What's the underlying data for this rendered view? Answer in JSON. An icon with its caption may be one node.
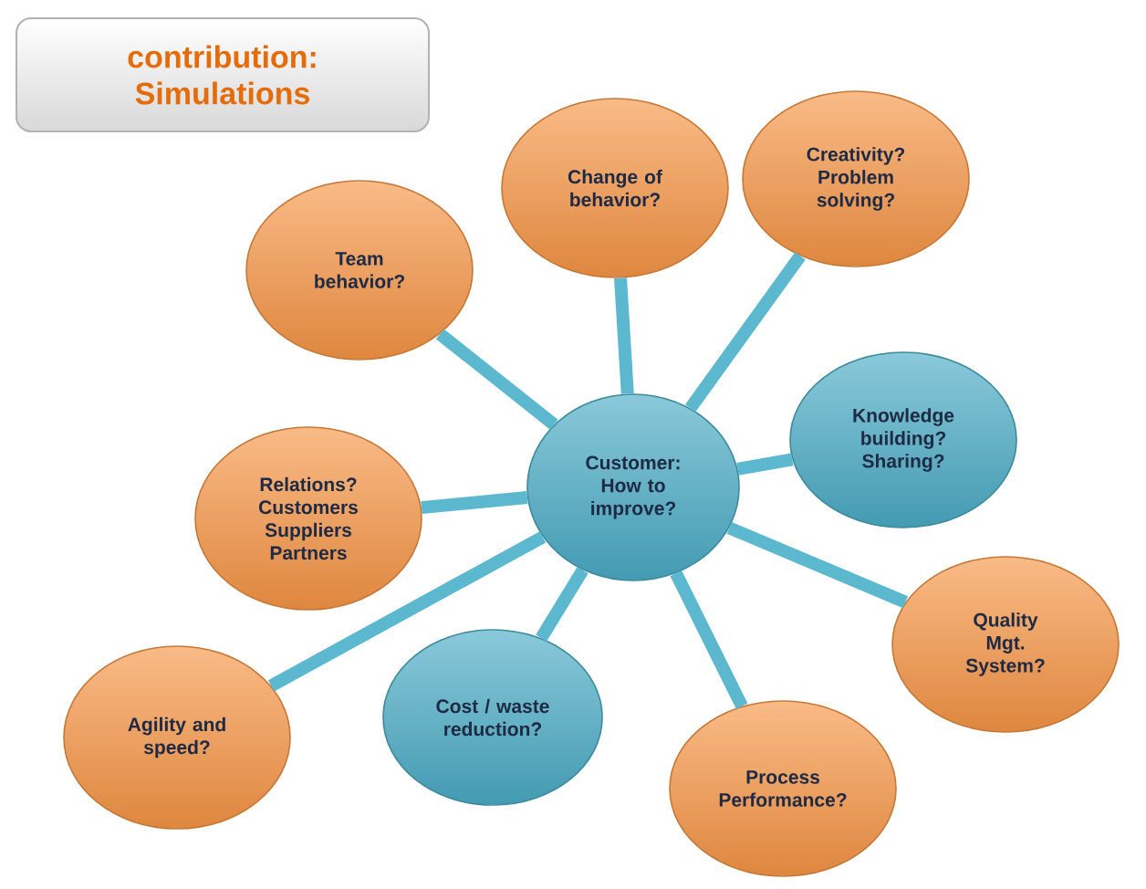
{
  "diagram": {
    "title": "contribution: Simulations",
    "nodes": [
      {
        "text": [
          "Change of behavior?"
        ]
      },
      {
        "text": [
          "Creativity? Problem solving?"
        ]
      },
      {
        "text": [
          "Team behavior?"
        ]
      },
      {
        "text": [
          "Knowledge building? Sharing?"
        ]
      },
      {
        "text": [
          "Customer: How to improve?"
        ]
      },
      {
        "text": [
          "Relations? Customers Suppliers Partners"
        ]
      },
      {
        "text": [
          "Quality Mgt. System?"
        ]
      },
      {
        "text": [
          "Cost / waste reduction?"
        ]
      },
      {
        "text": [
          "Agility and speed?"
        ]
      },
      {
        "text": [
          "Process Performance?"
        ]
      }
    ],
    "edges": [
      {
        "from": 4,
        "to": 0,
        "arrow": "none"
      },
      {
        "from": 4,
        "to": 1,
        "arrow": "none"
      },
      {
        "from": 4,
        "to": 2,
        "arrow": "none"
      },
      {
        "from": 4,
        "to": 3,
        "arrow": "none"
      },
      {
        "from": 4,
        "to": 5,
        "arrow": "none"
      },
      {
        "from": 4,
        "to": 6,
        "arrow": "none"
      },
      {
        "from": 4,
        "to": 7,
        "arrow": "none"
      },
      {
        "from": 4,
        "to": 8,
        "arrow": "none"
      },
      {
        "from": 4,
        "to": 9,
        "arrow": "none"
      }
    ]
  }
}
